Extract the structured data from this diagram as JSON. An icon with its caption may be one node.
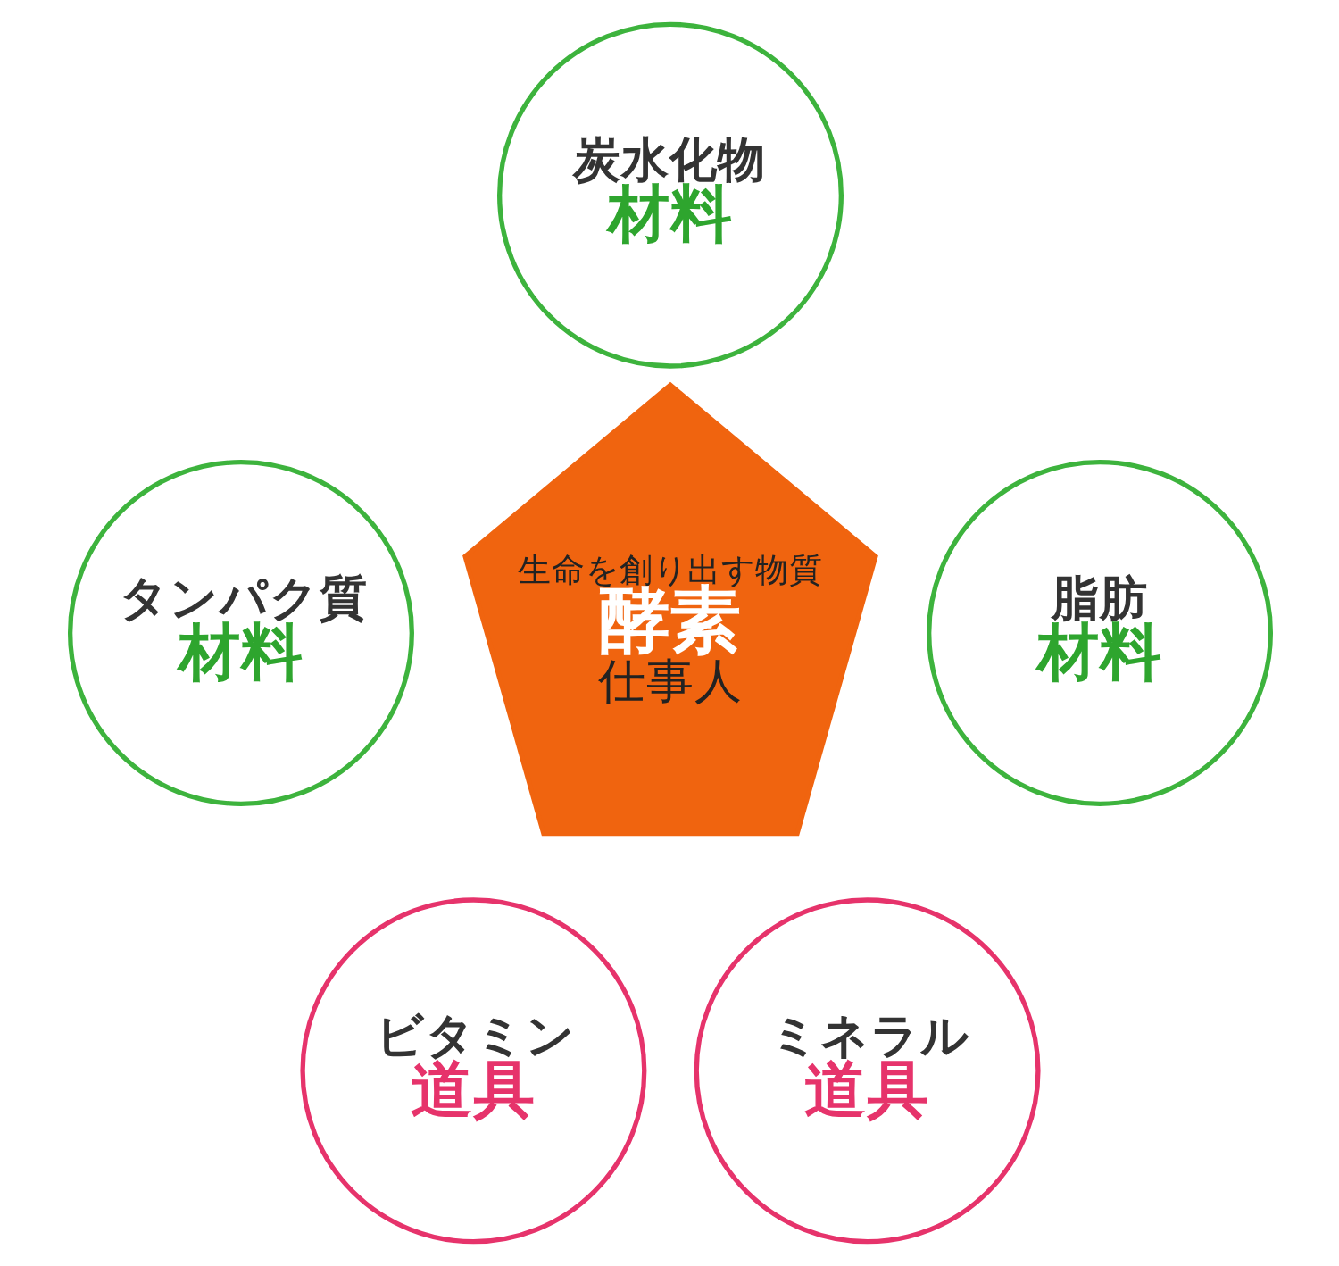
{
  "diagram": {
    "nodes": [
      {
        "text": [
          "炭水化物",
          "材料"
        ]
      },
      {
        "text": [
          "タンパク質",
          "材料"
        ]
      },
      {
        "text": [
          "生命を創り出す物質",
          "酵素",
          "仕事人"
        ]
      },
      {
        "text": [
          "脂肪",
          "材料"
        ]
      },
      {
        "text": [
          "ビタミン",
          "道具"
        ]
      },
      {
        "text": [
          "ミネラル",
          "道具"
        ]
      }
    ]
  }
}
